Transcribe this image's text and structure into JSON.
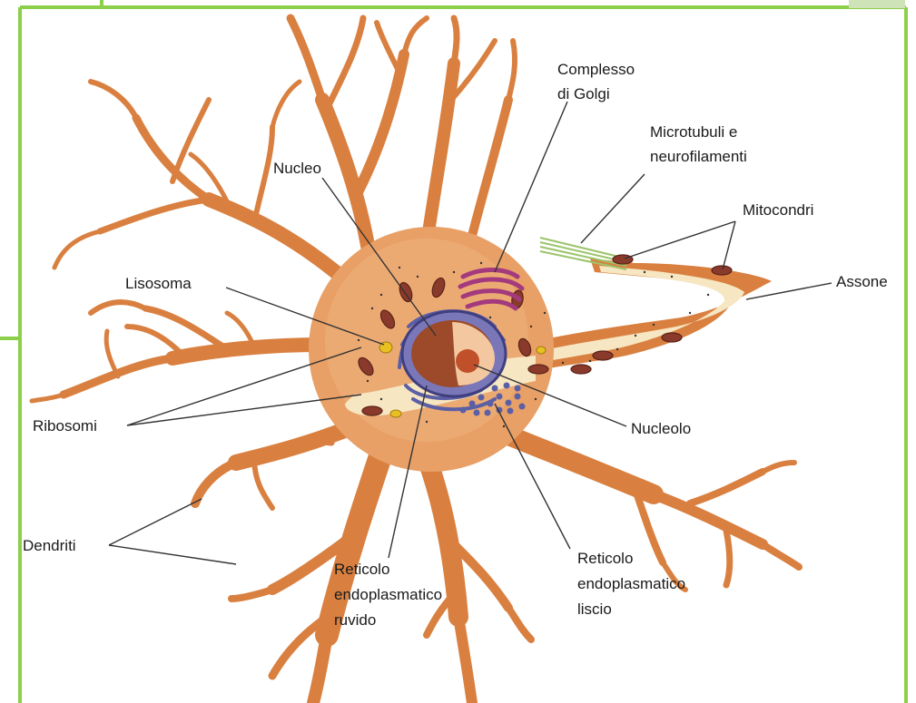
{
  "colors": {
    "frame": "#8ccf4a",
    "cytoplasm": "#e8a066",
    "dendrite": "#d98040",
    "axon_inner": "#f6e6c2",
    "leader": "#333333",
    "mitochondrion": "#8a3a2a",
    "golgi": "#a43a7e",
    "nucleus_envelope": "#5b5fa6",
    "nucleus": "#9c4a2a",
    "nucleolus": "#c0502a",
    "microtubules": "#9bc46a"
  },
  "labels": {
    "golgi": [
      "Complesso",
      "di Golgi"
    ],
    "microtubules": [
      "Microtubuli e",
      "neurofilamenti"
    ],
    "nucleus": "Nucleo",
    "mitochondria": "Mitocondri",
    "lysosome": "Lisosoma",
    "axon": "Assone",
    "ribosomes": "Ribosomi",
    "nucleolus": "Nucleolo",
    "dendrites": "Dendriti",
    "rough_er": [
      "Reticolo",
      "endoplasmatico",
      "ruvido"
    ],
    "smooth_er": [
      "Reticolo",
      "endoplasmatico",
      "liscio"
    ]
  }
}
